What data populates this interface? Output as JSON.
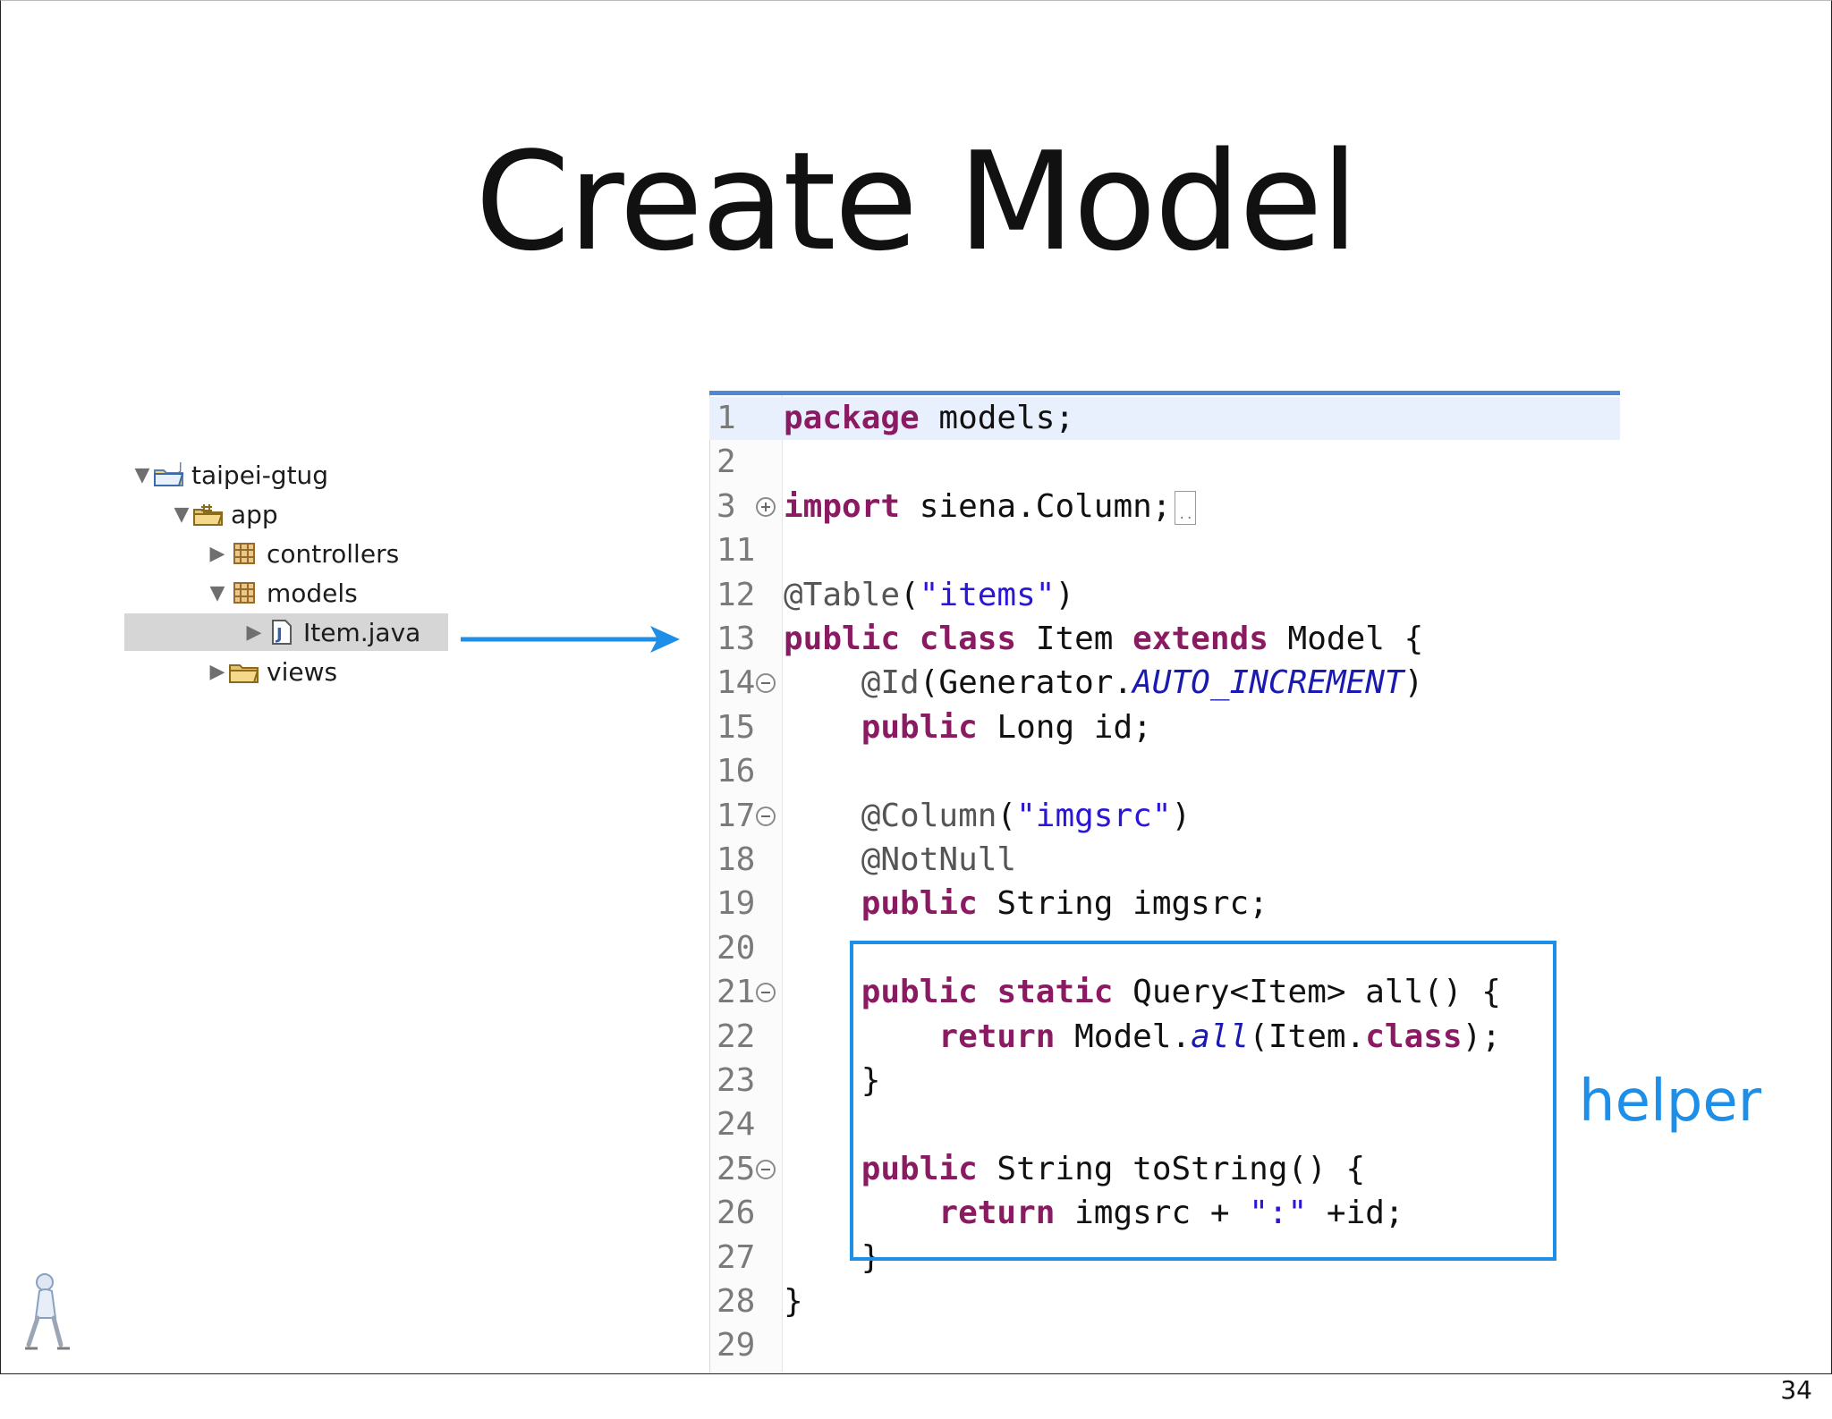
{
  "slide": {
    "title": "Create Model",
    "page_number": "34",
    "helper_label": "helper"
  },
  "tree": {
    "items": [
      {
        "label": "taipei-gtug",
        "icon": "java-project-icon",
        "expanded": true
      },
      {
        "label": "app",
        "icon": "source-folder-icon",
        "expanded": true
      },
      {
        "label": "controllers",
        "icon": "package-icon",
        "expanded": false
      },
      {
        "label": "models",
        "icon": "package-icon",
        "expanded": true
      },
      {
        "label": "Item.java",
        "icon": "java-file-icon",
        "expanded": false,
        "selected": true
      },
      {
        "label": "views",
        "icon": "folder-icon",
        "expanded": false
      }
    ]
  },
  "editor": {
    "lines": [
      {
        "num": "1",
        "text": "package models;"
      },
      {
        "num": "2",
        "text": ""
      },
      {
        "num": "3",
        "text": "import siena.Column;"
      },
      {
        "num": "11",
        "text": ""
      },
      {
        "num": "12",
        "text": "@Table(\"items\")"
      },
      {
        "num": "13",
        "text": "public class Item extends Model {"
      },
      {
        "num": "14",
        "text": "    @Id(Generator.AUTO_INCREMENT)"
      },
      {
        "num": "15",
        "text": "    public Long id;"
      },
      {
        "num": "16",
        "text": ""
      },
      {
        "num": "17",
        "text": "    @Column(\"imgsrc\")"
      },
      {
        "num": "18",
        "text": "    @NotNull"
      },
      {
        "num": "19",
        "text": "    public String imgsrc;"
      },
      {
        "num": "20",
        "text": ""
      },
      {
        "num": "21",
        "text": "    public static Query<Item> all() {"
      },
      {
        "num": "22",
        "text": "        return Model.all(Item.class);"
      },
      {
        "num": "23",
        "text": "    }"
      },
      {
        "num": "24",
        "text": ""
      },
      {
        "num": "25",
        "text": "    public String toString() {"
      },
      {
        "num": "26",
        "text": "        return imgsrc + \":\" +id;"
      },
      {
        "num": "27",
        "text": "    }"
      },
      {
        "num": "28",
        "text": "}"
      },
      {
        "num": "29",
        "text": ""
      }
    ],
    "colors": {
      "keyword": "#8a1b62",
      "string": "#2a17d6",
      "accent": "#1e8fe8",
      "current_line": "#e8f0fe"
    }
  }
}
